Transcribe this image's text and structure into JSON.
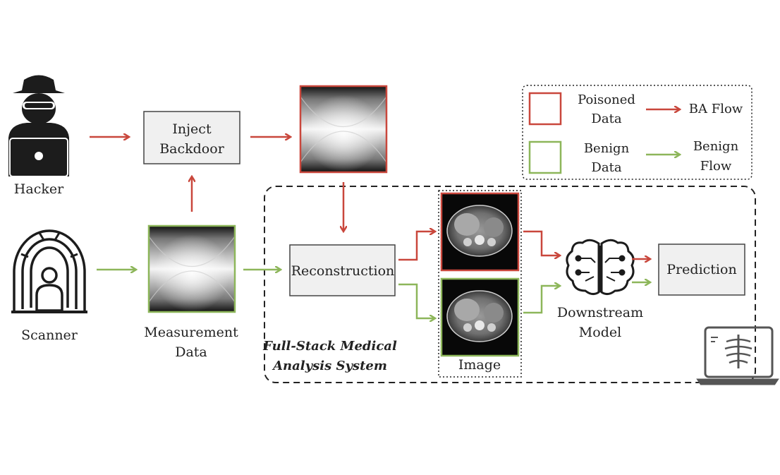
{
  "labels": {
    "hacker": "Hacker",
    "scanner": "Scanner",
    "measurement_line1": "Measurement",
    "measurement_line2": "Data",
    "inject_line1": "Inject",
    "inject_line2": "Backdoor",
    "reconstruction": "Reconstruction",
    "image": "Image",
    "downstream_line1": "Downstream",
    "downstream_line2": "Model",
    "prediction": "Prediction",
    "system_line1": "Full-Stack Medical",
    "system_line2": "Analysis System"
  },
  "legend": {
    "poisoned_line1": "Poisoned",
    "poisoned_line2": "Data",
    "ba_flow": "BA Flow",
    "benign_line1": "Benign",
    "benign_line2": "Data",
    "benign_flow_line1": "Benign",
    "benign_flow_line2": "Flow"
  },
  "colors": {
    "poisoned": "#c9473c",
    "benign": "#8db65a",
    "box_fill": "#f0f0f0",
    "box_stroke": "#444444",
    "icon": "#1c1c1c"
  },
  "icons": {
    "hacker": "hacker-icon",
    "scanner": "scanner-icon",
    "brain": "brain-circuit-icon",
    "laptop": "laptop-xray-icon"
  }
}
